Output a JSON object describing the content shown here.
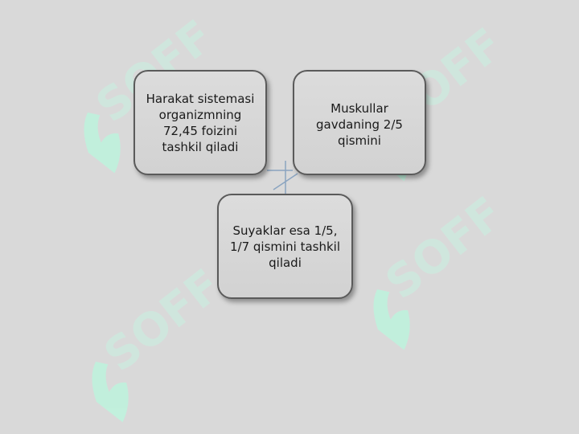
{
  "background_color": "#d9d9d9",
  "watermark": {
    "text": "SOFF",
    "color": "#bff2dd"
  },
  "nodes": [
    {
      "id": "a",
      "text": "Harakat sistemasi\norganizmning\n72,45 foizini\ntashkil qiladi"
    },
    {
      "id": "b",
      "text": "Muskullar\ngavdaning 2/5\nqismini"
    },
    {
      "id": "c",
      "text": "Suyaklar esa 1/5,\n1/7 qismini tashkil\nqiladi"
    }
  ],
  "connector_color": "#8aa4c0"
}
